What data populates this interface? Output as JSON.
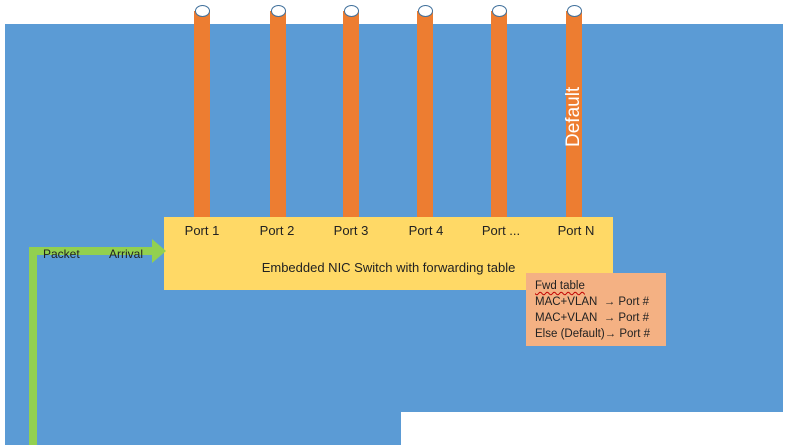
{
  "switch": {
    "title": "Embedded NIC Switch with forwarding table",
    "ports": [
      "Port 1",
      "Port 2",
      "Port 3",
      "Port 4",
      "Port ...",
      "Port N"
    ]
  },
  "default_pipe_label": "Default",
  "fwd_table": {
    "title": "Fwd table",
    "rows": [
      "MAC+VLAN  → Port #",
      "MAC+VLAN  → Port #",
      "Else (Default)→ Port #"
    ]
  },
  "packet_path": {
    "packet_label": "Packet",
    "arrival_label": "Arrival"
  },
  "colors": {
    "background": "#5b9bd5",
    "pipe": "#ed7d31",
    "switch": "#ffd966",
    "fwd_table": "#f4b183",
    "arrow": "#92d050"
  }
}
